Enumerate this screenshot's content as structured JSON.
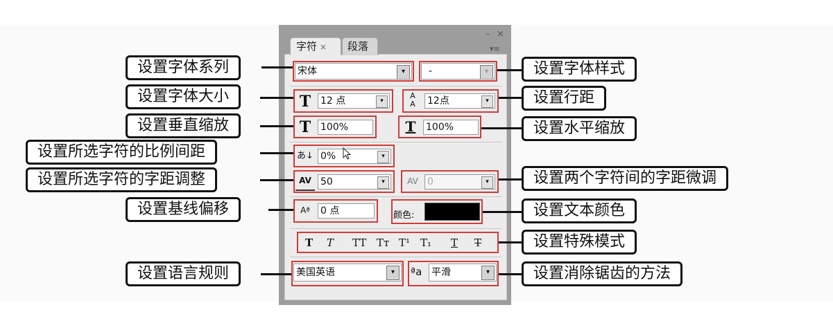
{
  "panel": {
    "tabs": [
      {
        "label": "字符"
      },
      {
        "label": "段落"
      }
    ],
    "tab_close_glyph": "×",
    "window_buttons": {
      "minimize": "–",
      "close": "×"
    },
    "menu_glyph": "▾≡",
    "font_family": "宋体",
    "font_style": "-",
    "font_size": "12 点",
    "leading": "12点",
    "vertical_scale": "100%",
    "horizontal_scale": "100%",
    "proportional_spacing": "0%",
    "tracking": "50",
    "kerning": "0",
    "baseline_shift": "0 点",
    "color_label": "颜色:",
    "color_value": "#000000",
    "language": "美国英语",
    "antialias": "平滑",
    "antialias_icon": "ªa",
    "style_buttons": [
      "T",
      "T",
      "TT",
      "Tт",
      "T¹",
      "T₁",
      "T",
      "T"
    ],
    "dropdown_glyph": "▾"
  },
  "callouts": {
    "font_family": "设置字体系列",
    "font_size": "设置字体大小",
    "vertical_scale": "设置垂直缩放",
    "proportional_spacing": "设置所选字符的比例间距",
    "tracking": "设置所选字符的字距调整",
    "baseline_shift": "设置基线偏移",
    "language": "设置语言规则",
    "font_style": "设置字体样式",
    "leading": "设置行距",
    "horizontal_scale": "设置水平缩放",
    "kerning": "设置两个字符间的字距微调",
    "text_color": "设置文本颜色",
    "special_styles": "设置特殊模式",
    "antialias": "设置消除锯齿的方法"
  }
}
